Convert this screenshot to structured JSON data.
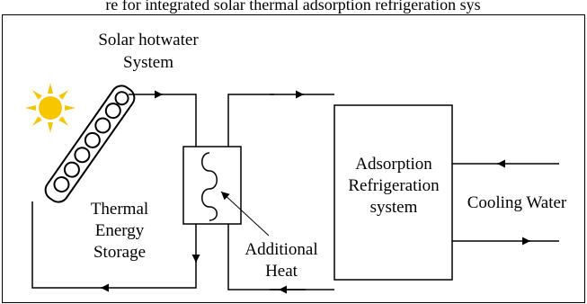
{
  "diagram": {
    "header_partial": "re for integrated solar thermal adsorption refrigeration sys",
    "labels": {
      "solar_line1": "Solar hotwater",
      "solar_line2": "System",
      "thermal_line1": "Thermal",
      "thermal_line2": "Energy",
      "thermal_line3": "Storage",
      "additional_line1": "Additional",
      "additional_line2": "Heat",
      "adsorption_line1": "Adsorption",
      "adsorption_line2": "Refrigeration",
      "adsorption_line3": "system",
      "cooling": "Cooling Water"
    },
    "icons": {
      "sun": "sun-icon",
      "collector": "solar-collector-panel",
      "heat_exchanger": "heat-exchanger-coil"
    },
    "colors": {
      "sun": "#f7c600",
      "line": "#000000"
    }
  }
}
